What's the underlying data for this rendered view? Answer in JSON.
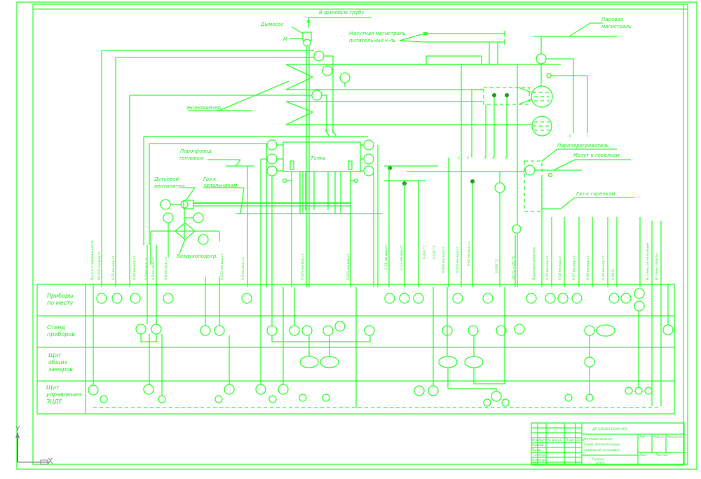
{
  "drawing": {
    "title": "Функциональная схема автоматизации котельной установки",
    "line_color": "#33ff33",
    "background": "#ffffff"
  },
  "labels": {
    "to_chimney": "В дымовую трубу",
    "smoke_exhauster": "Дымосос",
    "fuel_oil_main": "Мазутная магистраль",
    "fuel_oil_main_line2": "питательный к-ль",
    "steam_main": "Паровая",
    "steam_main_line2": "магистраль",
    "economizer": "Экономайзер",
    "furnace": "Топка",
    "steam_line": "Паропровод",
    "steam_line_2": "тепловых",
    "blower_fan": "Дутьевой",
    "blower_fan_2": "вентилятор",
    "gas": "Газ к",
    "gas_2": "запальникам",
    "air_heater": "Воздухоподогр.",
    "superheater": "Пароперегреватель",
    "fuel_oil_burners": "Мазут к горелкам",
    "gas_burners": "Газ к горелкам"
  },
  "vertical_labels": [
    "Пуск и остановка котла",
    "90-210 мм.вод.ст.",
    "0-71 мм.вод.ст.",
    "0-90 мм.вод.ст.",
    "0-3 мм.вод.ст.",
    "0-3 мм.вод.ст.",
    "0-6 мм.вод.ст.",
    "0-130 мм.вод.ст.",
    "0-3 мм.вод.ст.",
    "0-125 мм.вод.ст.",
    "0-125 мм.вод.ст.",
    "0-22 мм.вод.ст.",
    "0-22 мм.вод.ст.",
    "0-350 °С",
    "0-120 °С",
    "0-500 мм.вод.ст.",
    "0-500 мм.вод.ст.",
    "0-22 мм.вод.ст.",
    "0-150 °С",
    "-40 °С  +250 °С",
    "Пароперегреватель",
    "0-20 мм.вод.ст.",
    "0-16 мм.вод.ст.",
    "0-17 мм.вод.ст.",
    "0-30 мм.вод.ст.",
    "0-30 мм.вод.ст.",
    "0-25 %",
    "В схему сигнализации",
    "В схему защиты"
  ],
  "row_labels": [
    {
      "line1": "Приборы",
      "line2": "по месту",
      "line3": ""
    },
    {
      "line1": "Стенд",
      "line2": "приборов",
      "line3": ""
    },
    {
      "line1": "Щит",
      "line2": "общих",
      "line3": "замеров"
    },
    {
      "line1": "Щит",
      "line2": "управления",
      "line3": "ЗЦДЕ"
    }
  ],
  "line_numbers": [
    "1",
    "2",
    "3",
    "4",
    "5",
    "6",
    "7"
  ],
  "title_block": {
    "doc_code": "ДП 220301.КСКА.001",
    "row1": "Функциональная",
    "row2": "схема автоматизации",
    "row3": "котельной установки",
    "row4": "Группа",
    "row5": "АТПП",
    "col_headers": [
      "Изм",
      "Лист",
      "№ докум.",
      "Подп.",
      "Дата"
    ],
    "side": [
      "Разраб.",
      "Пров.",
      "Т.контр.",
      "Н.контр.",
      "Утв."
    ],
    "stage_headers": [
      "Лит.",
      "Масса",
      "Масштаб"
    ],
    "sheet": "Лист",
    "sheets": "Листов"
  },
  "axes": {
    "x": "X",
    "y": "Y"
  }
}
